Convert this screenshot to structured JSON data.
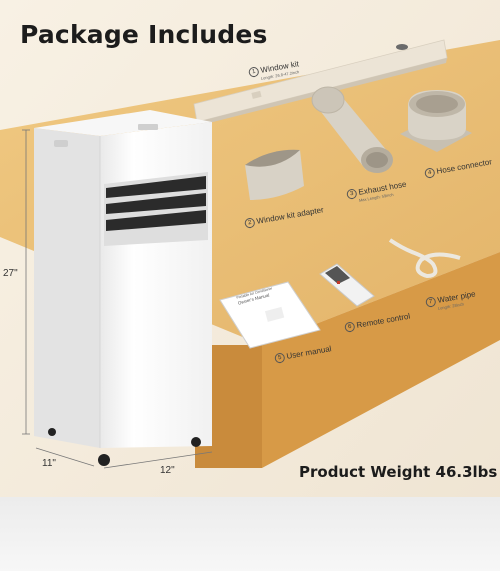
{
  "title": "Package Includes",
  "items": [
    {
      "num": "1",
      "label": "Window kit",
      "sub": "Length: 26.8-47.2inch"
    },
    {
      "num": "2",
      "label": "Window kit adapter",
      "sub": ""
    },
    {
      "num": "3",
      "label": "Exhaust hose",
      "sub": "Max Length: 59inch"
    },
    {
      "num": "4",
      "label": "Hose connector",
      "sub": ""
    },
    {
      "num": "5",
      "label": "User manual",
      "sub": ""
    },
    {
      "num": "6",
      "label": "Remote control",
      "sub": ""
    },
    {
      "num": "7",
      "label": "Water pipe",
      "sub": "Length: 28inch"
    }
  ],
  "manual_text": [
    "Portable Air Conditioner",
    "Owner's Manual"
  ],
  "dimensions": {
    "height": "27\"",
    "depth": "11\"",
    "width": "12\""
  },
  "weight_text": "Product Weight 46.3lbs",
  "colors": {
    "background": "#f3efe8",
    "table": "#e7bb72",
    "unit": "#ffffff"
  }
}
